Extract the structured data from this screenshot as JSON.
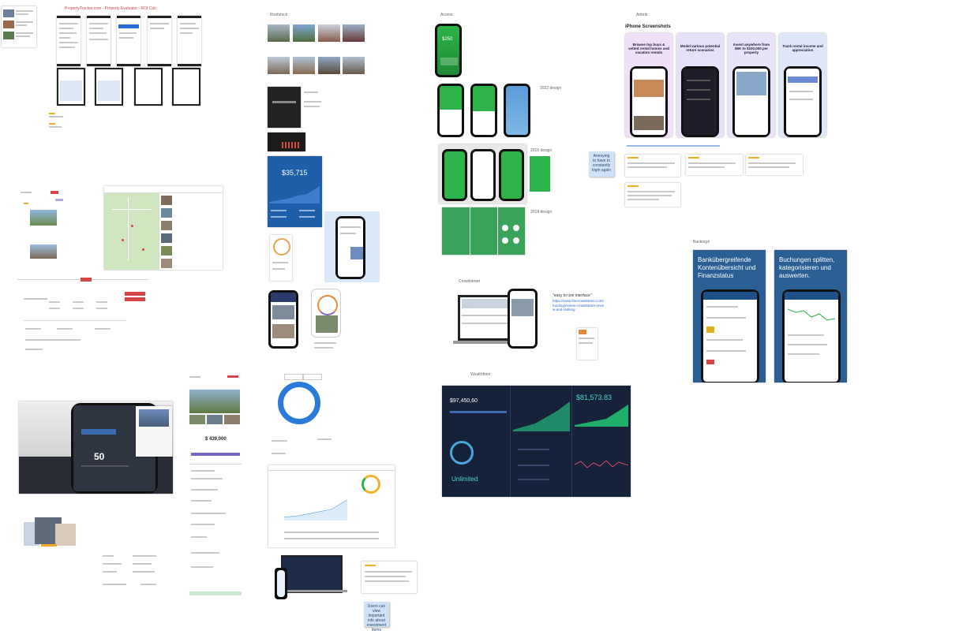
{
  "board": {
    "sections": {
      "property_tracker": "PropertyTracker.com - Property Evaluator - ROI Calc",
      "roofstock": "Roofstock",
      "acorns": "Acorns",
      "airbnb": "Airbnb",
      "crowdstreet": "Crowdstreet",
      "wealthfront": "Wealthfront",
      "banking": "Banking4"
    },
    "annotations": {
      "design_2022": "2022 design",
      "design_2016": "2016 design",
      "design_2018": "2018 design",
      "iphone_screenshots": "iPhone Screenshots",
      "easy_interface_quote": "\"easy to use interface\"",
      "easy_interface_link": "https://www.thecrowdstreet.com/funding/review-crowdstreet-review-and-ranking"
    },
    "stickies": {
      "login_note": "Annoying to have to constantly login again",
      "roofstock_note": "Users can view important info about investment items"
    },
    "airbnb_promos": [
      "Browse top buys & vetted rental homes and vacation rentals",
      "Model various potential return scenarios",
      "Invest anywhere from $5K to $100,000 per property",
      "Track rental income and appreciation"
    ],
    "banking_promos": [
      "Bankübergreifende Kontenübersicht und Finanzstatus",
      "Buchungen splitten, kategorisieren und auswerten."
    ],
    "phone_values": {
      "rate_value": "50",
      "wealthfront_balance": "$81,573.83",
      "wealthfront_side_value": "$97,450,60",
      "wealthfront_unlimited": "Unlimited",
      "roofstock_price": "$ 439,000",
      "roofstock_chart_value": "$35,715",
      "acorns_balance": "$250"
    },
    "icons": {
      "map_pin": "map-pin-icon",
      "chart": "line-chart-icon",
      "phone": "phone-icon"
    },
    "colors": {
      "acorns_green": "#2db34a",
      "banking_blue": "#2b5e93",
      "wealthfront_navy": "#16213a",
      "roofstock_blue": "#1f5ea8",
      "sticky_blue": "#cfe1f5"
    }
  }
}
